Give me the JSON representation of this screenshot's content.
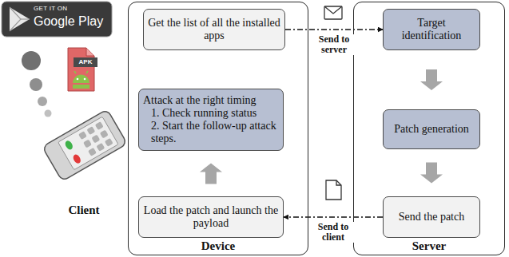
{
  "diagram": {
    "nodes": [
      {
        "text": [
          "Device"
        ]
      },
      {
        "text": [
          "Get the list of all the installed apps"
        ],
        "in": 0
      },
      {
        "text": [
          "Attack at the right timing",
          "1. Check running status",
          "2. Start the follow-up attack steps."
        ],
        "in": 0
      },
      {
        "text": [
          "Load the patch and launch the payload"
        ],
        "in": 0
      },
      {
        "text": [
          "Server"
        ]
      },
      {
        "text": [
          "Target identification"
        ],
        "in": 4
      },
      {
        "text": [
          "Patch generation"
        ],
        "in": 4
      },
      {
        "text": [
          "Send the patch"
        ],
        "in": 4
      }
    ],
    "edges": [
      {
        "from": 1,
        "to": 5,
        "arrow": "to",
        "label": "Send to server"
      },
      {
        "from": 5,
        "to": 6,
        "arrow": "to"
      },
      {
        "from": 6,
        "to": 7,
        "arrow": "to"
      },
      {
        "from": 7,
        "to": 3,
        "arrow": "to",
        "label": "Send to client"
      },
      {
        "from": 3,
        "to": 2,
        "arrow": "to"
      }
    ],
    "labels": [
      "GET IT ON",
      "Google Play",
      "APK",
      "Client"
    ]
  }
}
